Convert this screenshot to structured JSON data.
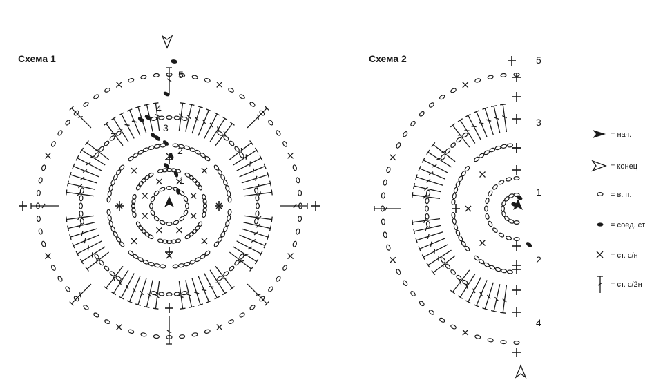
{
  "scheme1": {
    "title": "Схема 1",
    "row_labels": [
      "5",
      "4",
      "3",
      "2",
      "1"
    ]
  },
  "scheme2": {
    "title": "Схема 2",
    "row_labels": [
      "5",
      "3",
      "1",
      "2",
      "4"
    ]
  },
  "legend": [
    {
      "symbol": "start-arrow",
      "text": "= нач."
    },
    {
      "symbol": "end-arrow",
      "text": "= конец"
    },
    {
      "symbol": "chain",
      "text": "= в. п."
    },
    {
      "symbol": "slip-stitch",
      "text": "= соед. ст"
    },
    {
      "symbol": "single-crochet",
      "text": "= ст. с/н"
    },
    {
      "symbol": "half-double-crochet",
      "text": "= ст. с/2н"
    }
  ],
  "colors": {
    "ink": "#1a1a1a",
    "background": "#ffffff"
  }
}
